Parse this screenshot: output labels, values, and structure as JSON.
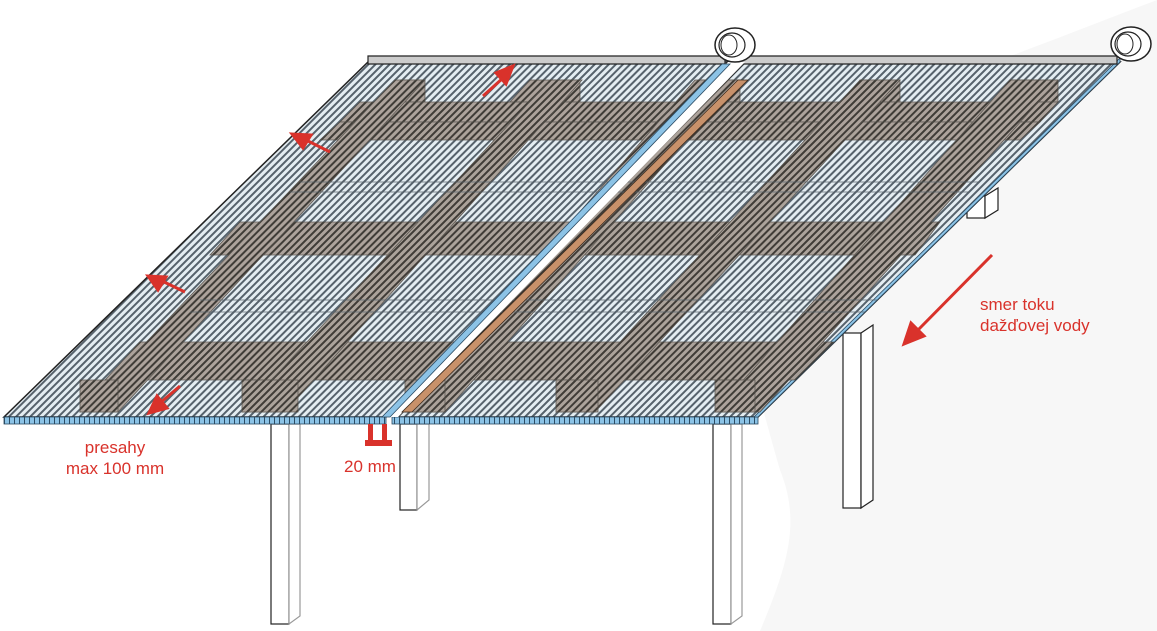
{
  "diagram": {
    "subject": "Two roof sheets laid on a timber pallet-frame structure supported by posts, with roll-ups at the top edge",
    "colors": {
      "annotation_red": "#d9322b",
      "sheet_fill": "#dfe8ee",
      "sheet_hatch": "#4a5660",
      "timber_fill": "#a49a90",
      "timber_hatch": "#3e3a36",
      "edge_blue": "#8cc3e6",
      "joint_wood": "#c8916a",
      "rail_grey": "#cccccc",
      "outline": "#222222"
    }
  },
  "annotations": {
    "overlap": {
      "line1": "presahy",
      "line2": "max 100 mm"
    },
    "gap": {
      "text": "20 mm"
    },
    "water_flow": {
      "line1": "smer toku",
      "line2": "dažďovej vody"
    }
  },
  "arrows": [
    {
      "name": "overlap-arrow-top",
      "direction": "up-right"
    },
    {
      "name": "overlap-arrow-left-upper",
      "direction": "up-left"
    },
    {
      "name": "overlap-arrow-left-lower",
      "direction": "up-left"
    },
    {
      "name": "overlap-arrow-bottom",
      "direction": "down-left"
    },
    {
      "name": "water-flow-arrow",
      "direction": "down-left"
    }
  ],
  "components": {
    "sheets": [
      "left-roof-sheet",
      "right-roof-sheet"
    ],
    "rolls": [
      "left-sheet-roll",
      "right-sheet-roll"
    ],
    "legs": [
      "front-left-leg",
      "front-middle-leg",
      "front-right-leg",
      "back-right-leg"
    ]
  }
}
